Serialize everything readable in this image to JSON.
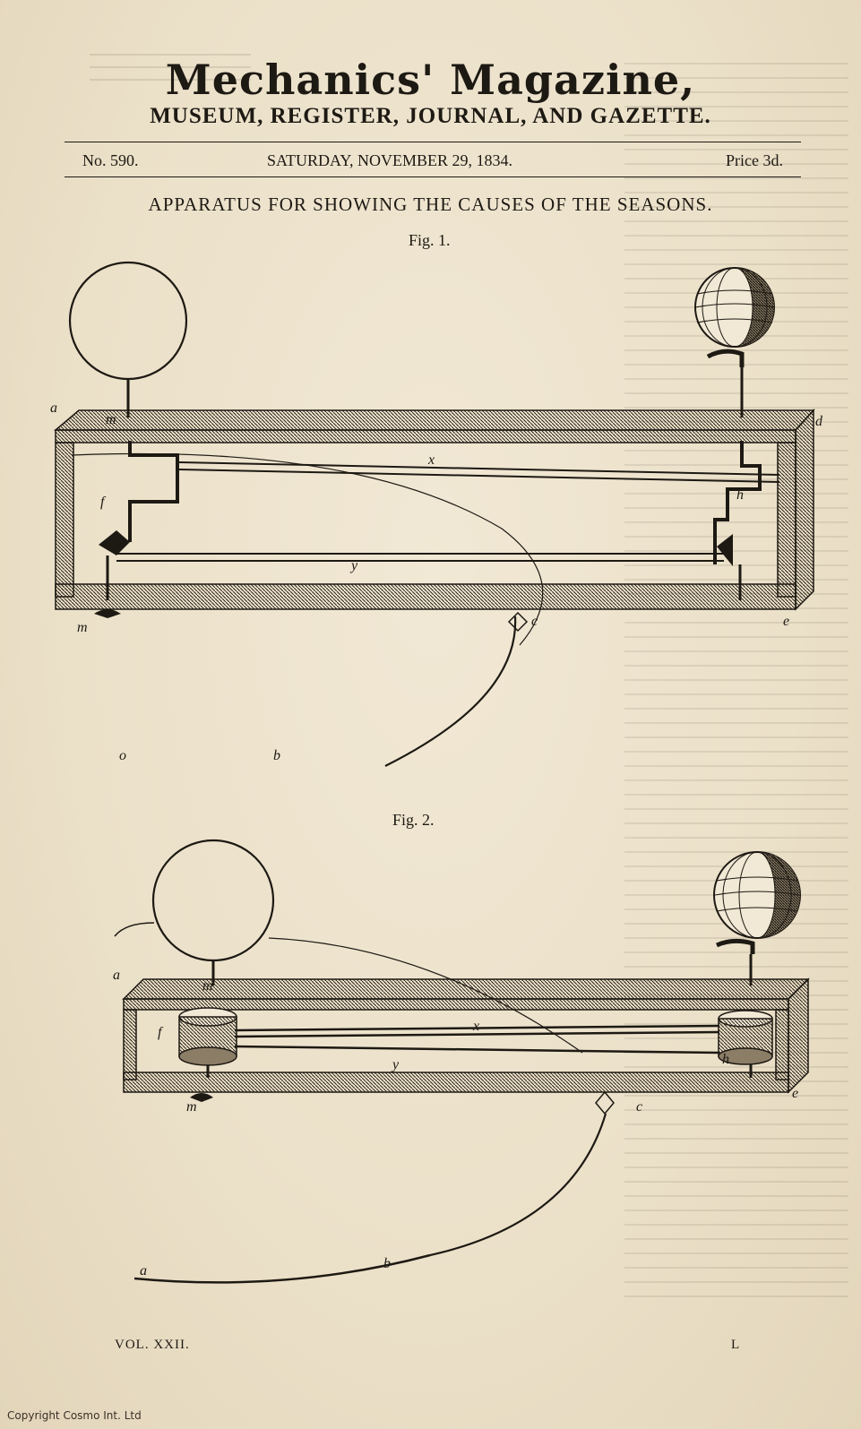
{
  "masthead": {
    "title": "Mechanics' Magazine,",
    "subtitle": "MUSEUM, REGISTER, JOURNAL, AND GAZETTE."
  },
  "issue": {
    "number": "No. 590.",
    "date": "SATURDAY, NOVEMBER 29, 1834.",
    "price": "Price 3d."
  },
  "article": {
    "title": "APPARATUS FOR SHOWING THE CAUSES OF THE SEASONS."
  },
  "fig1": {
    "caption": "Fig. 1.",
    "labels": {
      "a": "a",
      "d": "d",
      "m_top": "m",
      "m_bottom": "m",
      "x": "x",
      "f": "f",
      "h": "h",
      "y": "y",
      "c": "c",
      "e": "e",
      "o": "o",
      "b": "b"
    }
  },
  "fig2": {
    "caption": "Fig. 2.",
    "labels": {
      "a_top": "a",
      "m_top": "m",
      "f": "f",
      "x": "x",
      "y": "y",
      "h": "h",
      "m_bottom": "m",
      "c": "c",
      "e": "e",
      "a_bottom": "a",
      "b": "b"
    }
  },
  "footer": {
    "volume": "VOL. XXII.",
    "signature": "L"
  },
  "copyright": "Copyright Cosmo Int. Ltd"
}
